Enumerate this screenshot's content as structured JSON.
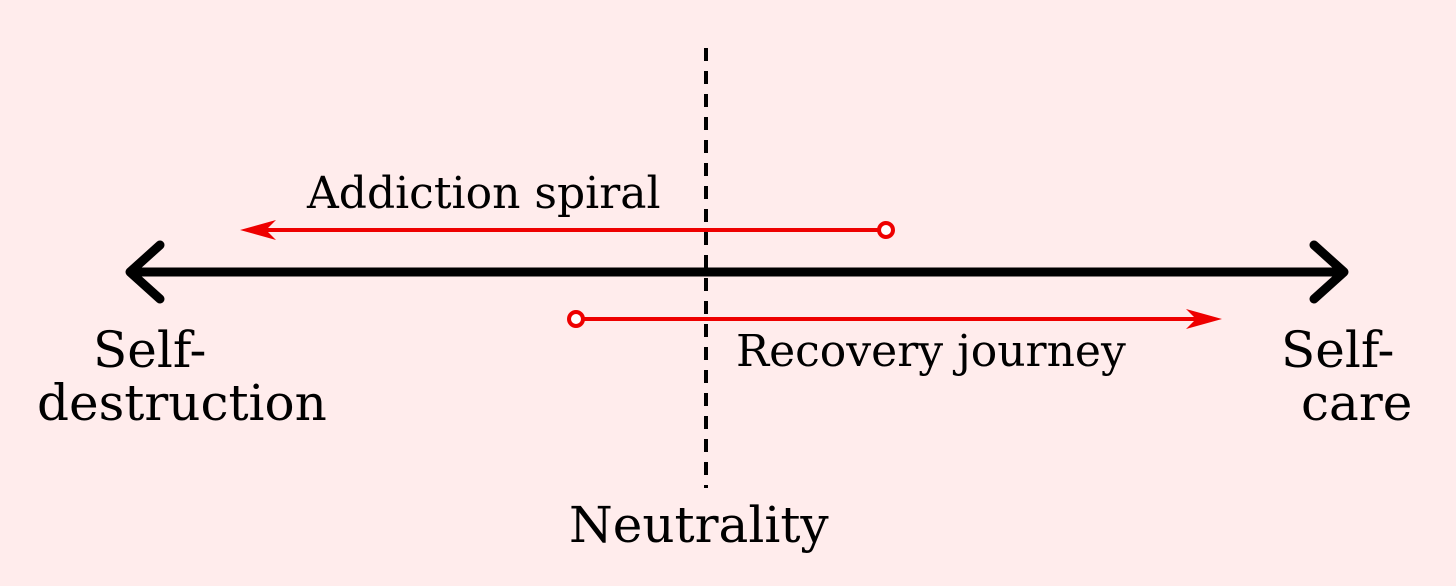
{
  "colors": {
    "background": "#ffecec",
    "axis": "#000000",
    "arrows": "#ee0000"
  },
  "axis": {
    "left_label_line1": "Self-",
    "left_label_line2": "destruction",
    "right_label_line1": "Self-",
    "right_label_line2": "care"
  },
  "midpoint": {
    "label": "Neutrality"
  },
  "arrows": [
    {
      "label": "Addiction spiral",
      "direction": "left"
    },
    {
      "label": "Recovery journey",
      "direction": "right"
    }
  ]
}
